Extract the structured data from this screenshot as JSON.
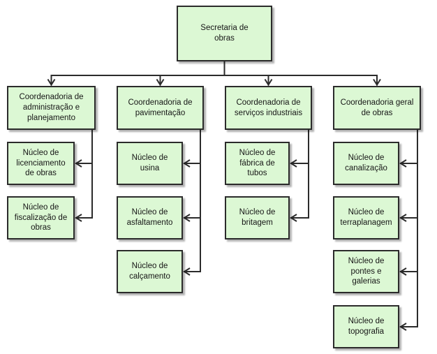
{
  "diagram": {
    "type": "org-chart",
    "root": {
      "label": "Secretaria de obras"
    },
    "columns": [
      {
        "coordinator": {
          "label": "Coordenadoria de administração e planejamento"
        },
        "nuclei": [
          {
            "label": "Núcleo de licenciamento de obras"
          },
          {
            "label": "Núcleo de fiscalização de obras"
          }
        ]
      },
      {
        "coordinator": {
          "label": "Coordenadoria de pavimentação"
        },
        "nuclei": [
          {
            "label": "Núcleo de usina"
          },
          {
            "label": "Núcleo de asfaltamento"
          },
          {
            "label": "Núcleo de calçamento"
          }
        ]
      },
      {
        "coordinator": {
          "label": "Coordenadoria de serviços industriais"
        },
        "nuclei": [
          {
            "label": "Núcleo de fábrica de tubos"
          },
          {
            "label": "Núcleo de britagem"
          }
        ]
      },
      {
        "coordinator": {
          "label": "Coordenadoria geral de obras"
        },
        "nuclei": [
          {
            "label": "Núcleo de canalização"
          },
          {
            "label": "Núcleo de terraplanagem"
          },
          {
            "label": "Núcleo de pontes e galerias"
          },
          {
            "label": "Núcleo de topografia"
          }
        ]
      }
    ]
  },
  "colors": {
    "node_fill": "#dcf8d4",
    "node_border": "#2b2b2b",
    "connector": "#2b2b2b",
    "background": "#ffffff",
    "text": "#161616"
  }
}
